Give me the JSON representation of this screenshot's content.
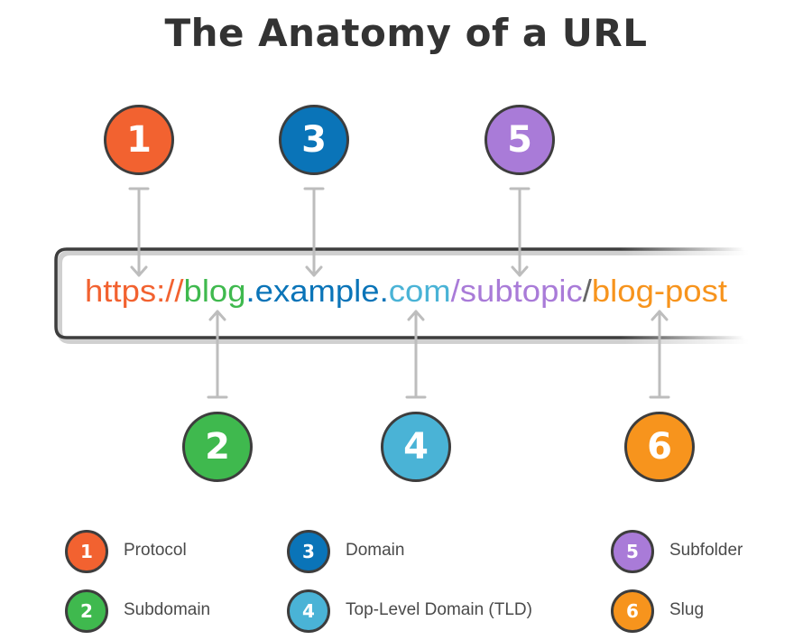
{
  "title": "The Anatomy of a URL",
  "url_parts": [
    {
      "id": "protocol",
      "text": "https://",
      "color": "#f26230"
    },
    {
      "id": "subdomain",
      "text": "blog",
      "color": "#3fb94e"
    },
    {
      "id": "dot1",
      "text": ".",
      "color": "#0a74b8"
    },
    {
      "id": "domain",
      "text": "example",
      "color": "#0a74b8"
    },
    {
      "id": "dot2",
      "text": ".",
      "color": "#0a74b8"
    },
    {
      "id": "tld",
      "text": "com",
      "color": "#4ab3d6"
    },
    {
      "id": "slash1",
      "text": "/",
      "color": "#a97bd8"
    },
    {
      "id": "subfolder",
      "text": "subtopic",
      "color": "#a97bd8"
    },
    {
      "id": "slash2",
      "text": "/",
      "color": "#666666"
    },
    {
      "id": "slug",
      "text": "blog-post",
      "color": "#f7941d"
    }
  ],
  "parts": [
    {
      "number": "1",
      "label": "Protocol",
      "color": "#f26230"
    },
    {
      "number": "2",
      "label": "Subdomain",
      "color": "#3fb94e"
    },
    {
      "number": "3",
      "label": "Domain",
      "color": "#0a74b8"
    },
    {
      "number": "4",
      "label": "Top-Level Domain (TLD)",
      "color": "#4ab3d6"
    },
    {
      "number": "5",
      "label": "Subfolder",
      "color": "#a97bd8"
    },
    {
      "number": "6",
      "label": "Slug",
      "color": "#f7941d"
    }
  ],
  "colors": {
    "text": "#333333",
    "outline": "#3d3d3d",
    "connector": "#bdbdbd"
  }
}
